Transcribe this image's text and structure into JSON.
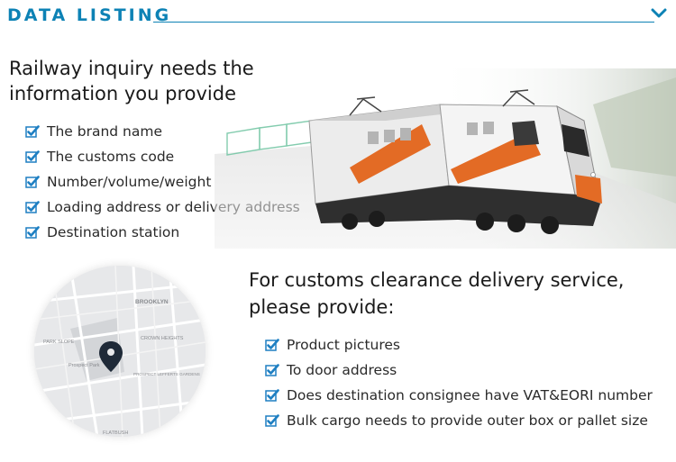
{
  "header": {
    "title": "DATA LISTING",
    "accent_color": "#0d82b5",
    "toggle_icon": "chevron-down-icon"
  },
  "railway": {
    "title_line1": "Railway inquiry needs the",
    "title_line2": "information you provide",
    "items": [
      "The brand name",
      "The customs code",
      "Number/volume/weight",
      "Loading address or delivery address",
      "Destination station"
    ],
    "check_icon": "checkmark-icon"
  },
  "train_image": {
    "icon": "locomotive-image",
    "colors": {
      "body": "#f2f2f2",
      "accent": "#e36b25",
      "dark": "#2b2b2b"
    }
  },
  "map": {
    "icon": "map-pin-icon",
    "labels": [
      "BROOKLYN",
      "PARK SLOPE",
      "CROWN HEIGHTS",
      "PROSPECT LEFFERTS GARDENS",
      "Prospect Park",
      "FLATBUSH"
    ]
  },
  "customs": {
    "title_line1": "For customs clearance delivery service,",
    "title_line2": "please provide:",
    "items": [
      "Product pictures",
      "To door address",
      "Does destination consignee have VAT&EORI number",
      "Bulk cargo needs to provide outer box or pallet size"
    ]
  }
}
